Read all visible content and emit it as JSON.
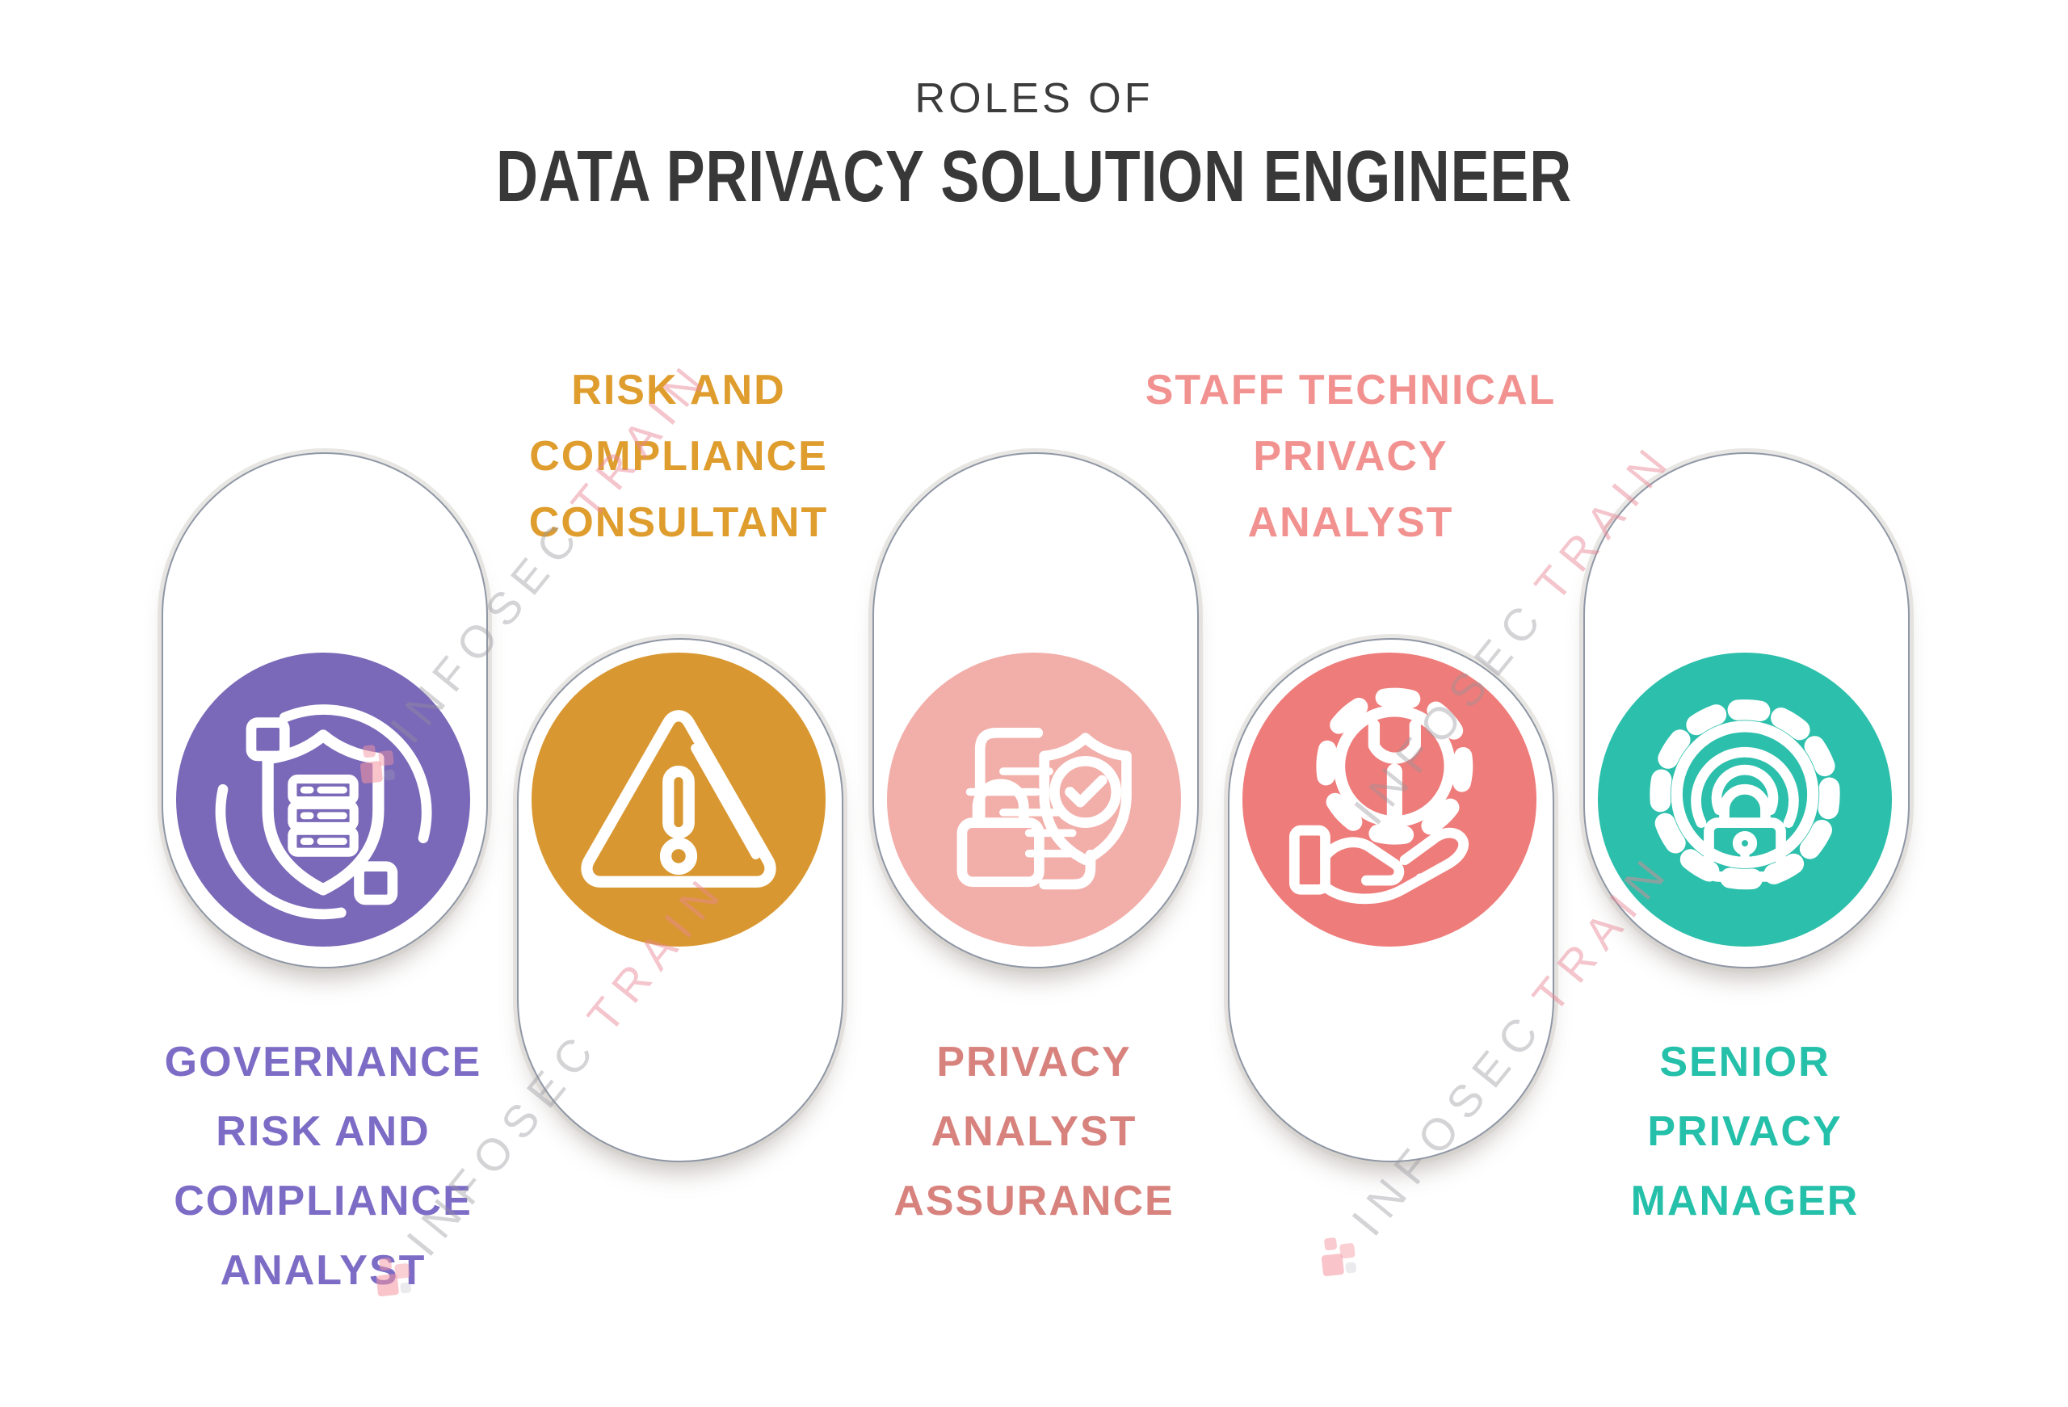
{
  "title": {
    "kicker": "ROLES OF",
    "main": "DATA PRIVACY SOLUTION ENGINEER",
    "color": "#3A3A3A"
  },
  "watermark": {
    "gray_part": "INFOSEC",
    "pink_part": "TRAIN"
  },
  "roles": [
    {
      "name": "Governance Risk and Compliance Analyst",
      "label_lines": [
        "GOVERNANCE",
        "RISK AND",
        "COMPLIANCE",
        "ANALYST"
      ],
      "label_position": "below",
      "circle_color": "#7A68B8",
      "label_color": "#7D6CC6",
      "icon": "shield-database-sync-icon"
    },
    {
      "name": "Risk and Compliance Consultant",
      "label_lines": [
        "RISK AND",
        "COMPLIANCE",
        "CONSULTANT"
      ],
      "label_position": "above",
      "circle_color": "#D99731",
      "label_color": "#DF9D2E",
      "icon": "warning-triangle-icon"
    },
    {
      "name": "Privacy Analyst Assurance",
      "label_lines": [
        "PRIVACY",
        "ANALYST",
        "ASSURANCE"
      ],
      "label_position": "below",
      "circle_color": "#F2AEA9",
      "label_color": "#D8827E",
      "icon": "document-shield-lock-icon"
    },
    {
      "name": "Staff Technical Privacy Analyst",
      "label_lines": [
        "STAFF TECHNICAL",
        "PRIVACY",
        "ANALYST"
      ],
      "label_position": "above",
      "circle_color": "#EE7C7A",
      "label_color": "#F29290",
      "icon": "gear-wrench-hand-icon"
    },
    {
      "name": "Senior Privacy Manager",
      "label_lines": [
        "SENIOR",
        "PRIVACY",
        "MANAGER"
      ],
      "label_position": "below",
      "circle_color": "#2CBFAB",
      "label_color": "#25C0AA",
      "icon": "gear-lock-icon"
    }
  ]
}
